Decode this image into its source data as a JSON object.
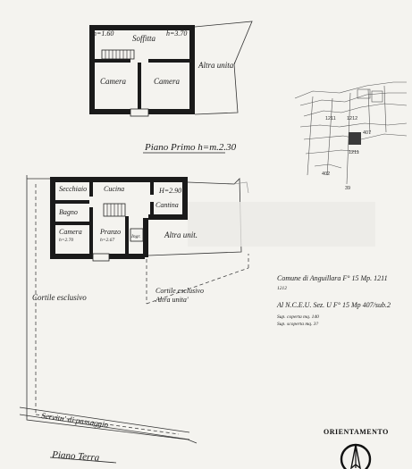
{
  "first_floor": {
    "h_left": "h=1.60",
    "h_right": "h=3.70",
    "soffitta": "Soffitta",
    "camera_left": "Camera",
    "camera_right": "Camera",
    "altra_unita": "Altra unita'",
    "title": "Piano Primo h=m.2.30"
  },
  "ground_floor": {
    "secchiaio": "Secchiaio",
    "cucina": "Cucina",
    "h_cantina": "H=2.90",
    "bagno": "Bagno",
    "cantina": "Cantina",
    "camera": "Camera",
    "camera_h": "h=2.70",
    "pranzo": "Pranzo",
    "pranzo_h": "h=2.67",
    "ingr": "Ingr.",
    "altra_unit": "Altra unit.",
    "cortile_esclusivo": "Cortile esclusivo",
    "cortile_altra_1": "Cortile esclusivo",
    "cortile_altra_2": "Altra unita'",
    "servitu": "Servitu' di passaggio",
    "title": "Piano Terra"
  },
  "cadastral": {
    "line1": "Comune di Anguillara  F° 15 Mp. 1211",
    "line2": "1212",
    "line3": "Al N.C.E.U. Sez. U F° 15 Mp 407/sub.2",
    "line4": "Sup. coperta mq. 140",
    "line5": "Sup. scoperta mq. 3?",
    "map_labels": [
      "1211",
      "1212",
      "407",
      "1211",
      "402",
      "39"
    ]
  },
  "orientation": {
    "title": "ORIENTAMENTO"
  },
  "colors": {
    "paper": "#f4f3ef",
    "ink": "#1a1a1a"
  }
}
